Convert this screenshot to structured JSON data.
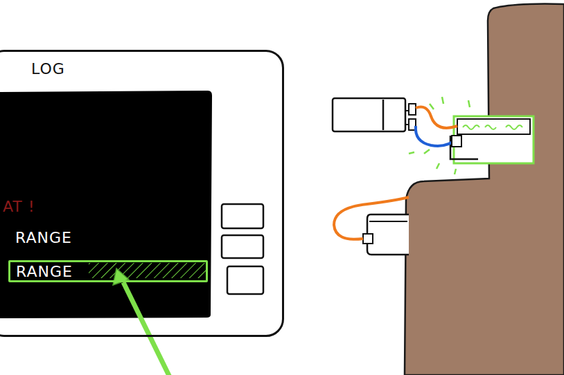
{
  "diagram": {
    "nodes": [
      {
        "text": [
          "LOG"
        ]
      },
      {
        "text": [
          "RANGE"
        ],
        "in": 0
      }
    ],
    "labels": [
      "AT !",
      "RANGE"
    ]
  }
}
